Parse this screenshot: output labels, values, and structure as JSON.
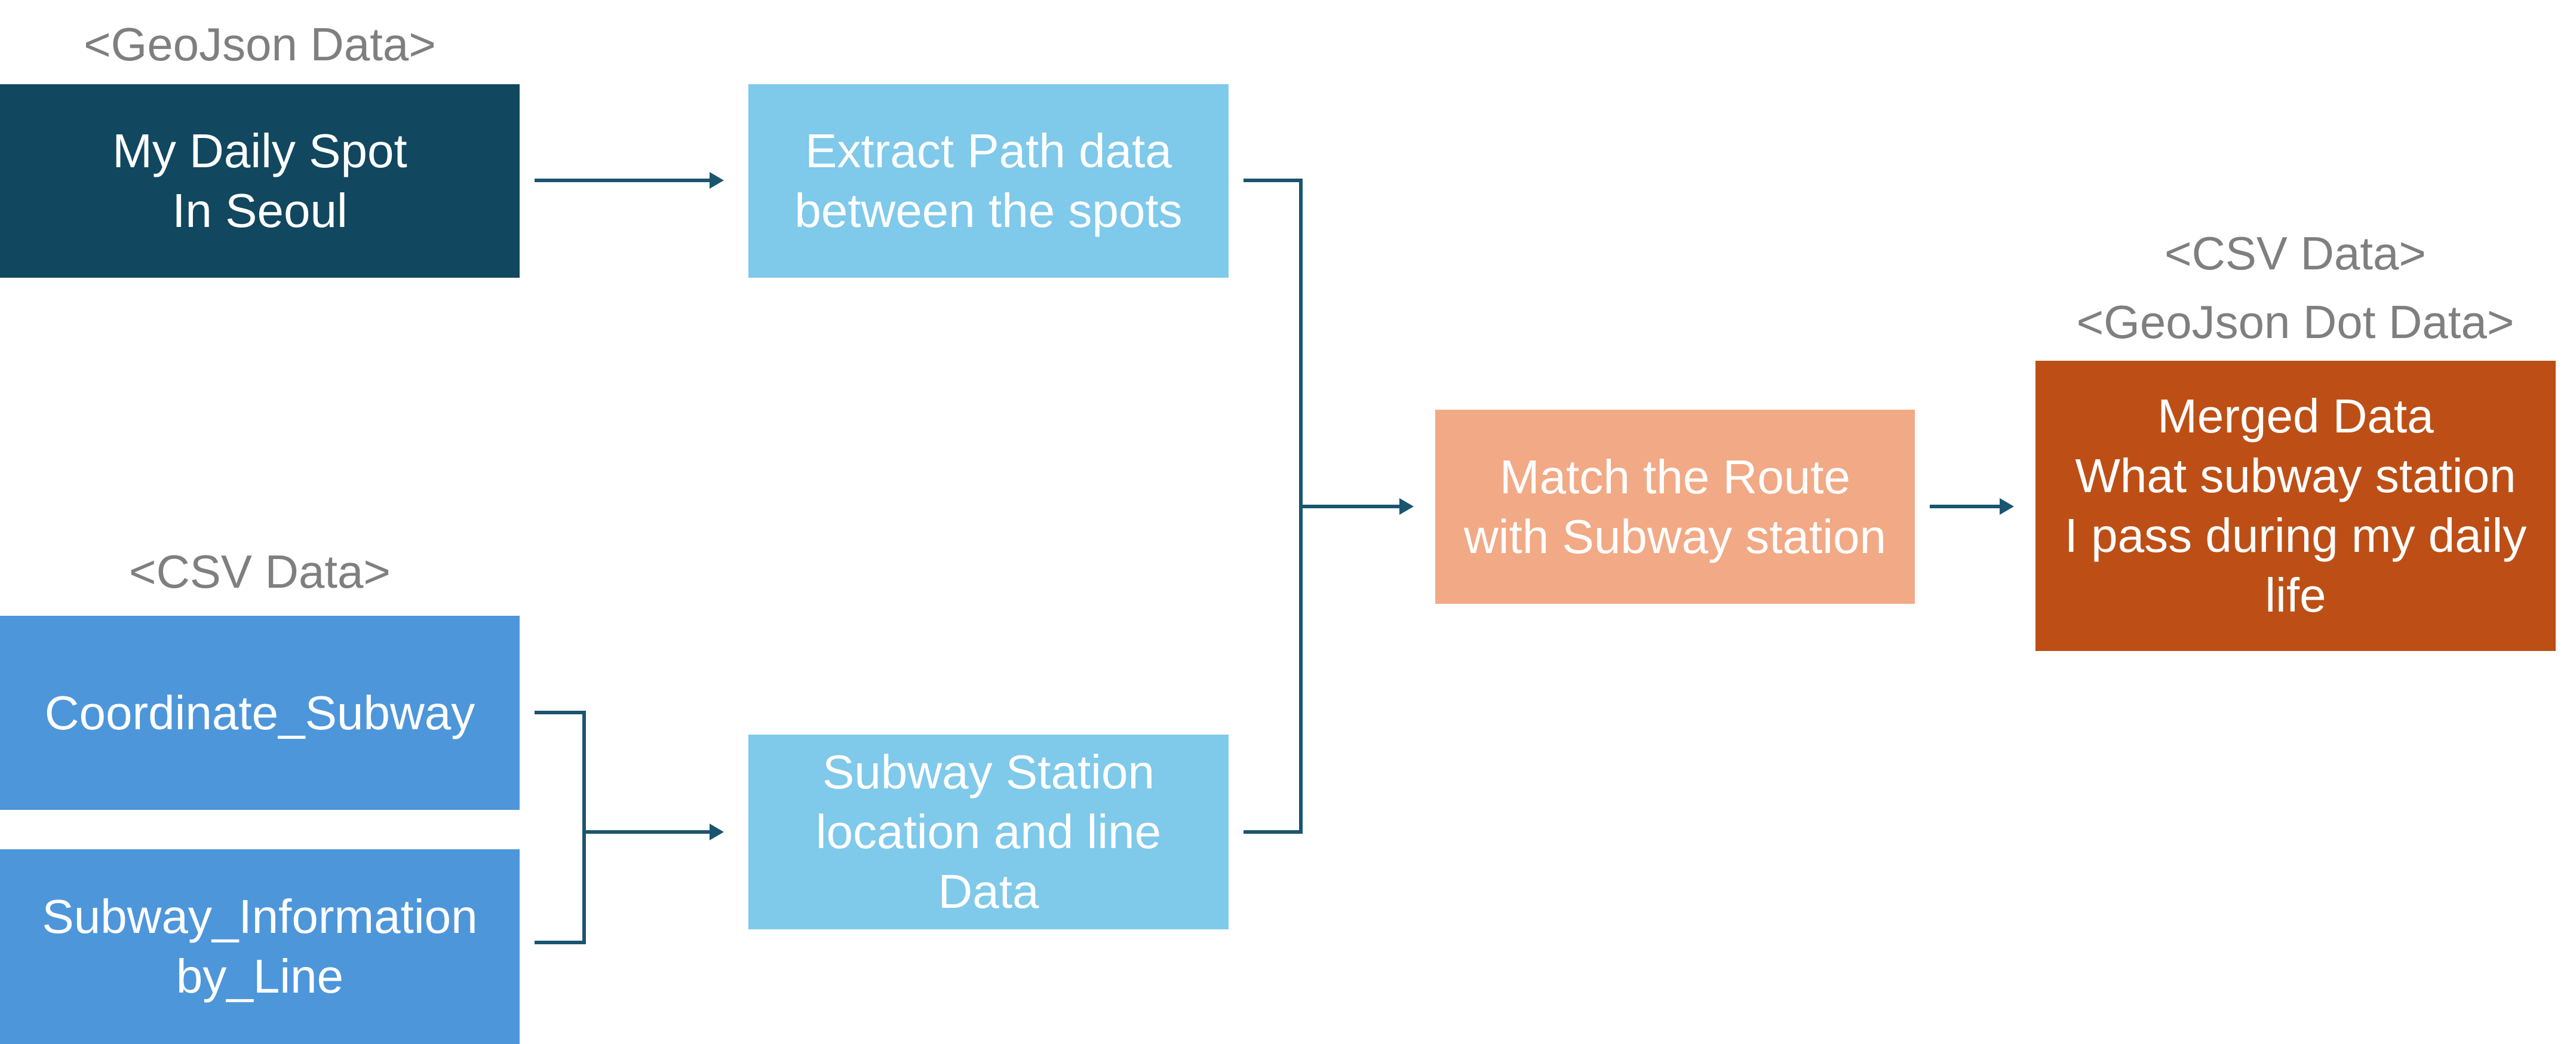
{
  "colors": {
    "dark_navy": "#11475F",
    "mid_blue": "#4D96DA",
    "light_blue": "#7FC9EA",
    "peach": "#F2A985",
    "burnt_orange": "#BD4F16",
    "label_gray": "#7F7F7F",
    "connector": "#1A5570",
    "text": "#FFFFFF"
  },
  "labels": {
    "geojson_data": "<GeoJson Data>",
    "csv_data_left": "<CSV Data>",
    "csv_data_right": "<CSV Data>",
    "geojson_dot_data": "<GeoJson Dot Data>"
  },
  "boxes": {
    "my_daily_spot": {
      "lines": [
        "My Daily Spot",
        "In Seoul"
      ]
    },
    "coordinate_subway": {
      "lines": [
        "Coordinate_Subway"
      ]
    },
    "subway_information": {
      "lines": [
        "Subway_Information",
        "by_Line"
      ]
    },
    "extract_path": {
      "lines": [
        "Extract Path data",
        "between the spots"
      ]
    },
    "subway_station": {
      "lines": [
        "Subway Station",
        "location and line",
        "Data"
      ]
    },
    "match_route": {
      "lines": [
        "Match the Route",
        "with Subway station"
      ]
    },
    "merged_data": {
      "lines": [
        "Merged Data",
        "What subway station",
        "I pass during my daily",
        "life"
      ]
    }
  }
}
